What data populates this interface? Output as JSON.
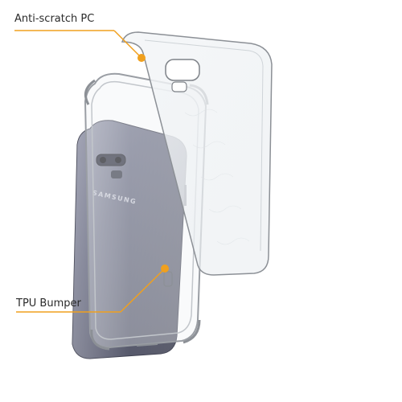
{
  "callouts": {
    "top_label": "Anti-scratch PC",
    "bottom_label": "TPU Bumper"
  },
  "phone": {
    "brand_text": "SAMSUNG"
  },
  "colors": {
    "callout_accent": "#F0A01E",
    "phone_body": "#5F6276",
    "case_outline": "#8C9096",
    "background": "#FFFFFF"
  }
}
